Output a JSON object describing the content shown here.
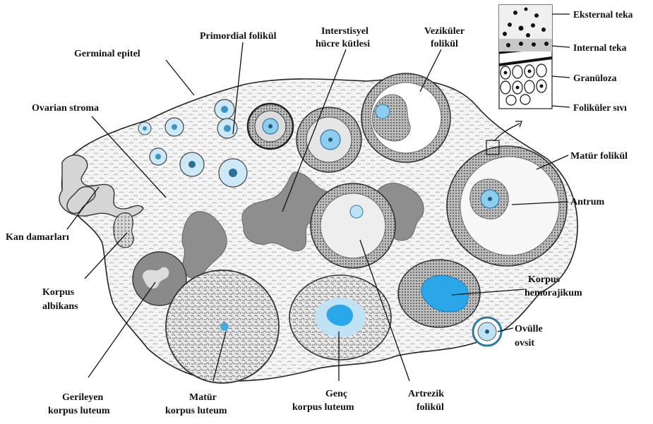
{
  "labels": {
    "germinal_epitel": "Germinal epitel",
    "primordial_folikul": "Primordial folikül",
    "interstisyel_1": "Interstisyel",
    "interstisyel_2": "hücre kütlesi",
    "vezikuler_1": "Veziküler",
    "vezikuler_2": "folikül",
    "ovarian_stroma": "Ovarian stroma",
    "kan_damarlari": "Kan damarları",
    "korpus_albikans_1": "Korpus",
    "korpus_albikans_2": "albikans",
    "gerileyen_1": "Gerileyen",
    "gerileyen_2": "korpus luteum",
    "matur_kl_1": "Matür",
    "matur_kl_2": "korpus luteum",
    "genc_1": "Genç",
    "genc_2": "korpus luteum",
    "artrezik_1": "Artrezik",
    "artrezik_2": "folikül",
    "ovule_1": "Ovülle",
    "ovule_2": "ovsit",
    "korpus_hem_1": "Korpus",
    "korpus_hem_2": "hemorajikum",
    "antrum": "Antrum",
    "matur_folikul": "Matür folikül"
  },
  "inset_labels": {
    "eksternal_teka": "Eksternal teka",
    "internal_teka": "Internal teka",
    "granuloza": "Granüloza",
    "folikuler_sivi": "Foliküler sıvı"
  },
  "colors": {
    "ink": "#111111",
    "stroma": "#f3f3f3",
    "gray_tissue": "#8c8c8c",
    "oocyte_blue": "#5bb8e6",
    "hemorrhage_blue": "#2aa7e8",
    "pale_blue": "#bfe3f5"
  }
}
